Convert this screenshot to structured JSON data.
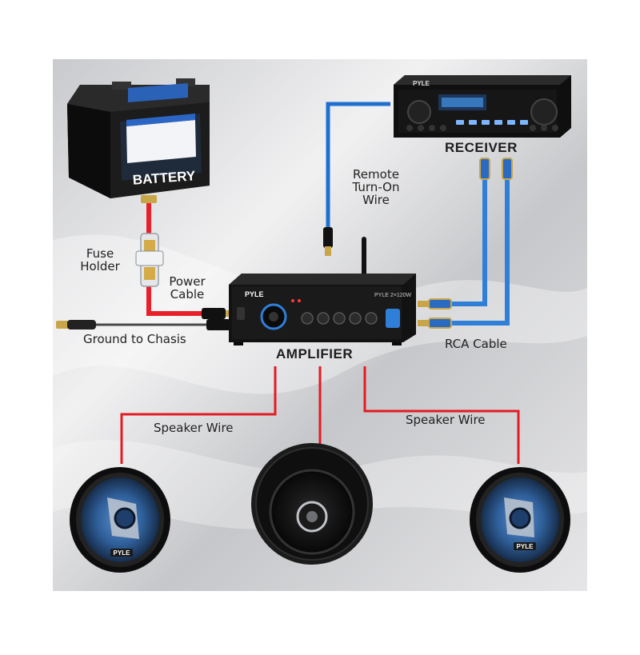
{
  "components": {
    "battery": "BATTERY",
    "receiver": "RECEIVER",
    "amplifier": "AMPLIFIER",
    "receiver_brand": "PYLE",
    "amplifier_brand": "PYLE",
    "amplifier_model": "PYLE 2×120W",
    "speaker_brand_left": "PYLE",
    "speaker_brand_right": "PYLE"
  },
  "labels": {
    "fuse_holder_1": "Fuse",
    "fuse_holder_2": "Holder",
    "power_cable_1": "Power",
    "power_cable_2": "Cable",
    "remote_1": "Remote",
    "remote_2": "Turn-On",
    "remote_3": "Wire",
    "ground": "Ground to Chasis",
    "rca": "RCA Cable",
    "speaker_wire_left": "Speaker Wire",
    "speaker_wire_right": "Speaker Wire"
  },
  "colors": {
    "speaker_wire": "#e31b23",
    "power_wire": "#e8202a",
    "remote_wire": "#1f6fd1",
    "rca_wire": "#2f7fd8",
    "device_body": "#141414",
    "background": "#d9dadc"
  }
}
